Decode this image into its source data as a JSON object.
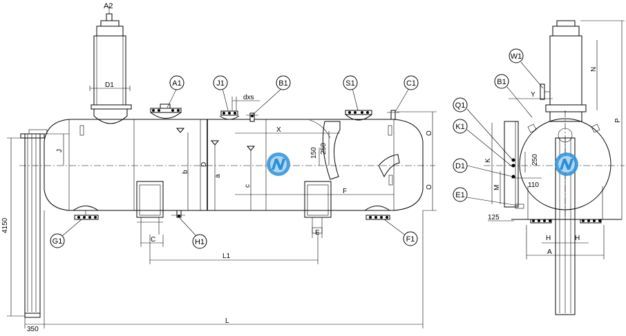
{
  "labels": {
    "nozzles": [
      "A1",
      "A2",
      "B1",
      "C1",
      "D1",
      "E1",
      "F1",
      "G1",
      "H1",
      "J1",
      "K1",
      "Q1",
      "S1",
      "W1"
    ],
    "dims": {
      "D1": "D1",
      "dxs": "dxs",
      "X": "X",
      "F": "F",
      "L1": "L1",
      "L": "L",
      "C": "C",
      "E": "E",
      "J": "J",
      "b": "b",
      "D": "D",
      "a": "a",
      "c": "c",
      "O1": "O",
      "O2": "O",
      "d250": "250",
      "d150": "150",
      "d4150": "4150",
      "d350": "350",
      "Y": "Y",
      "N": "N",
      "P": "P",
      "K": "K",
      "M": "M",
      "d250s": "250",
      "d110": "110",
      "d125": "125",
      "H1": "H",
      "H2": "H",
      "A": "A"
    }
  },
  "colors": {
    "line": "#000000",
    "logo_blue": "#2a8fd8",
    "logo_light": "#bcdcf5"
  },
  "logo": {
    "name": "company-logo-watermark"
  }
}
